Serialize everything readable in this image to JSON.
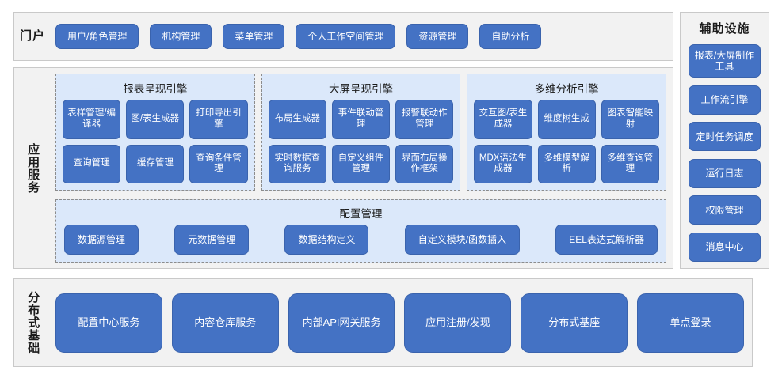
{
  "portal": {
    "label": "门户",
    "items": [
      {
        "label": "用户/角色管理"
      },
      {
        "label": "机构管理"
      },
      {
        "label": "菜单管理"
      },
      {
        "label": "个人工作空间管理"
      },
      {
        "label": "资源管理"
      },
      {
        "label": "自助分析"
      }
    ]
  },
  "app_services": {
    "label": "应用服务",
    "engines": [
      {
        "title": "报表呈现引擎",
        "items": [
          {
            "label": "表样管理/编译器"
          },
          {
            "label": "图/表生成器"
          },
          {
            "label": "打印导出引擎"
          },
          {
            "label": "查询管理"
          },
          {
            "label": "缓存管理"
          },
          {
            "label": "查询条件管理"
          }
        ]
      },
      {
        "title": "大屏呈现引擎",
        "items": [
          {
            "label": "布局生成器"
          },
          {
            "label": "事件联动管理"
          },
          {
            "label": "报警联动作管理"
          },
          {
            "label": "实时数据查询服务"
          },
          {
            "label": "自定义组件管理"
          },
          {
            "label": "界面布局操作框架"
          }
        ]
      },
      {
        "title": "多维分析引擎",
        "items": [
          {
            "label": "交互图/表生成器"
          },
          {
            "label": "维度树生成"
          },
          {
            "label": "图表智能映射"
          },
          {
            "label": "MDX语法生成器"
          },
          {
            "label": "多维模型解析"
          },
          {
            "label": "多维查询管理"
          }
        ]
      }
    ],
    "config": {
      "title": "配置管理",
      "items": [
        {
          "label": "数据源管理"
        },
        {
          "label": "元数据管理"
        },
        {
          "label": "数据结构定义"
        },
        {
          "label": "自定义模块/函数插入"
        },
        {
          "label": "EEL表达式解析器"
        }
      ]
    }
  },
  "distributed": {
    "label": "分布式基础",
    "items": [
      {
        "label": "配置中心服务"
      },
      {
        "label": "内容仓库服务"
      },
      {
        "label": "内部API网关服务"
      },
      {
        "label": "应用注册/发现"
      },
      {
        "label": "分布式基座"
      },
      {
        "label": "单点登录"
      }
    ]
  },
  "auxiliary": {
    "title": "辅助设施",
    "items": [
      {
        "label": "报表/大屏制作工具"
      },
      {
        "label": "工作流引擎"
      },
      {
        "label": "定时任务调度"
      },
      {
        "label": "运行日志"
      },
      {
        "label": "权限管理"
      },
      {
        "label": "消息中心"
      }
    ]
  },
  "colors": {
    "pill_fill": "#4472c4",
    "pill_border": "#3a63ad",
    "panel_fill": "#f2f2f2",
    "panel_border": "#c9c9c9",
    "group_fill": "#dbe8fa",
    "group_border": "#8c8c8c",
    "text_light": "#ffffff",
    "text_dark": "#1a1a1a"
  }
}
